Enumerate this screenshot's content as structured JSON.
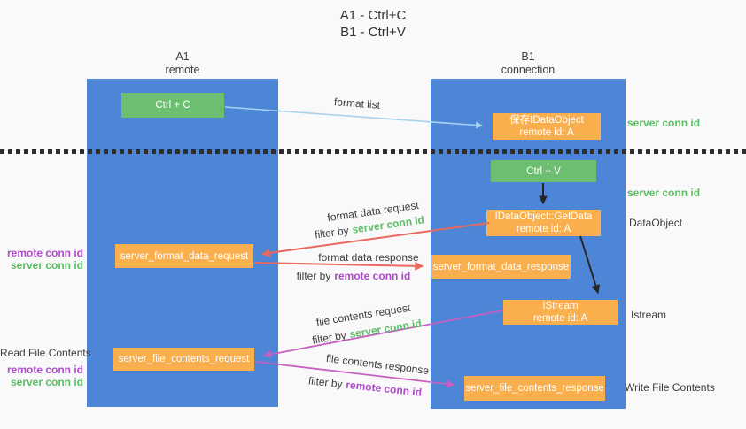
{
  "title": {
    "line1": "A1 - Ctrl+C",
    "line2": "B1 - Ctrl+V"
  },
  "columns": {
    "a": {
      "id": "A1",
      "role": "remote"
    },
    "b": {
      "id": "B1",
      "role": "connection"
    }
  },
  "nodes": {
    "ctrl_c": "Ctrl + C",
    "ctrl_v": "Ctrl + V",
    "save_dataobject_line1": "保存IDataObject",
    "save_dataobject_line2": "remote id: A",
    "getdata_line1": "IDataObject::GetData",
    "getdata_line2": "remote id: A",
    "istream_line1": "IStream",
    "istream_line2": "remote id: A",
    "server_format_data_request": "server_format_data_request",
    "server_format_data_response": "server_format_data_response",
    "server_file_contents_request": "server_file_contents_request",
    "server_file_contents_response": "server_file_contents_response"
  },
  "edge_labels": {
    "format_list": "format list",
    "format_data_request": "format data request",
    "format_data_response": "format data response",
    "file_contents_request": "file contents request",
    "file_contents_response": "file contents response",
    "filter_by": "filter by",
    "server_conn_id": "server conn id",
    "remote_conn_id": "remote conn id"
  },
  "side_labels": {
    "remote_conn_id": "remote conn id",
    "server_conn_id": "server conn id",
    "read_file_contents": "Read File Contents",
    "write_file_contents": "Write File Contents",
    "dataobject": "DataObject",
    "istream": "Istream"
  },
  "colors": {
    "background": "#F9F9F9",
    "lifeline_blue": "#4D86D6",
    "node_green": "#6CBE70",
    "node_orange": "#F9AF4D",
    "arrow_lightblue": "#A6D2F0",
    "arrow_red": "#E8695E",
    "arrow_magenta": "#C85FC3",
    "arrow_black": "#262626",
    "text_dark": "#3D3D3D",
    "text_green": "#5BBE66",
    "text_purple": "#AE4BC8",
    "node_text": "#FFFFFF",
    "separator": "#2E2E2E"
  }
}
